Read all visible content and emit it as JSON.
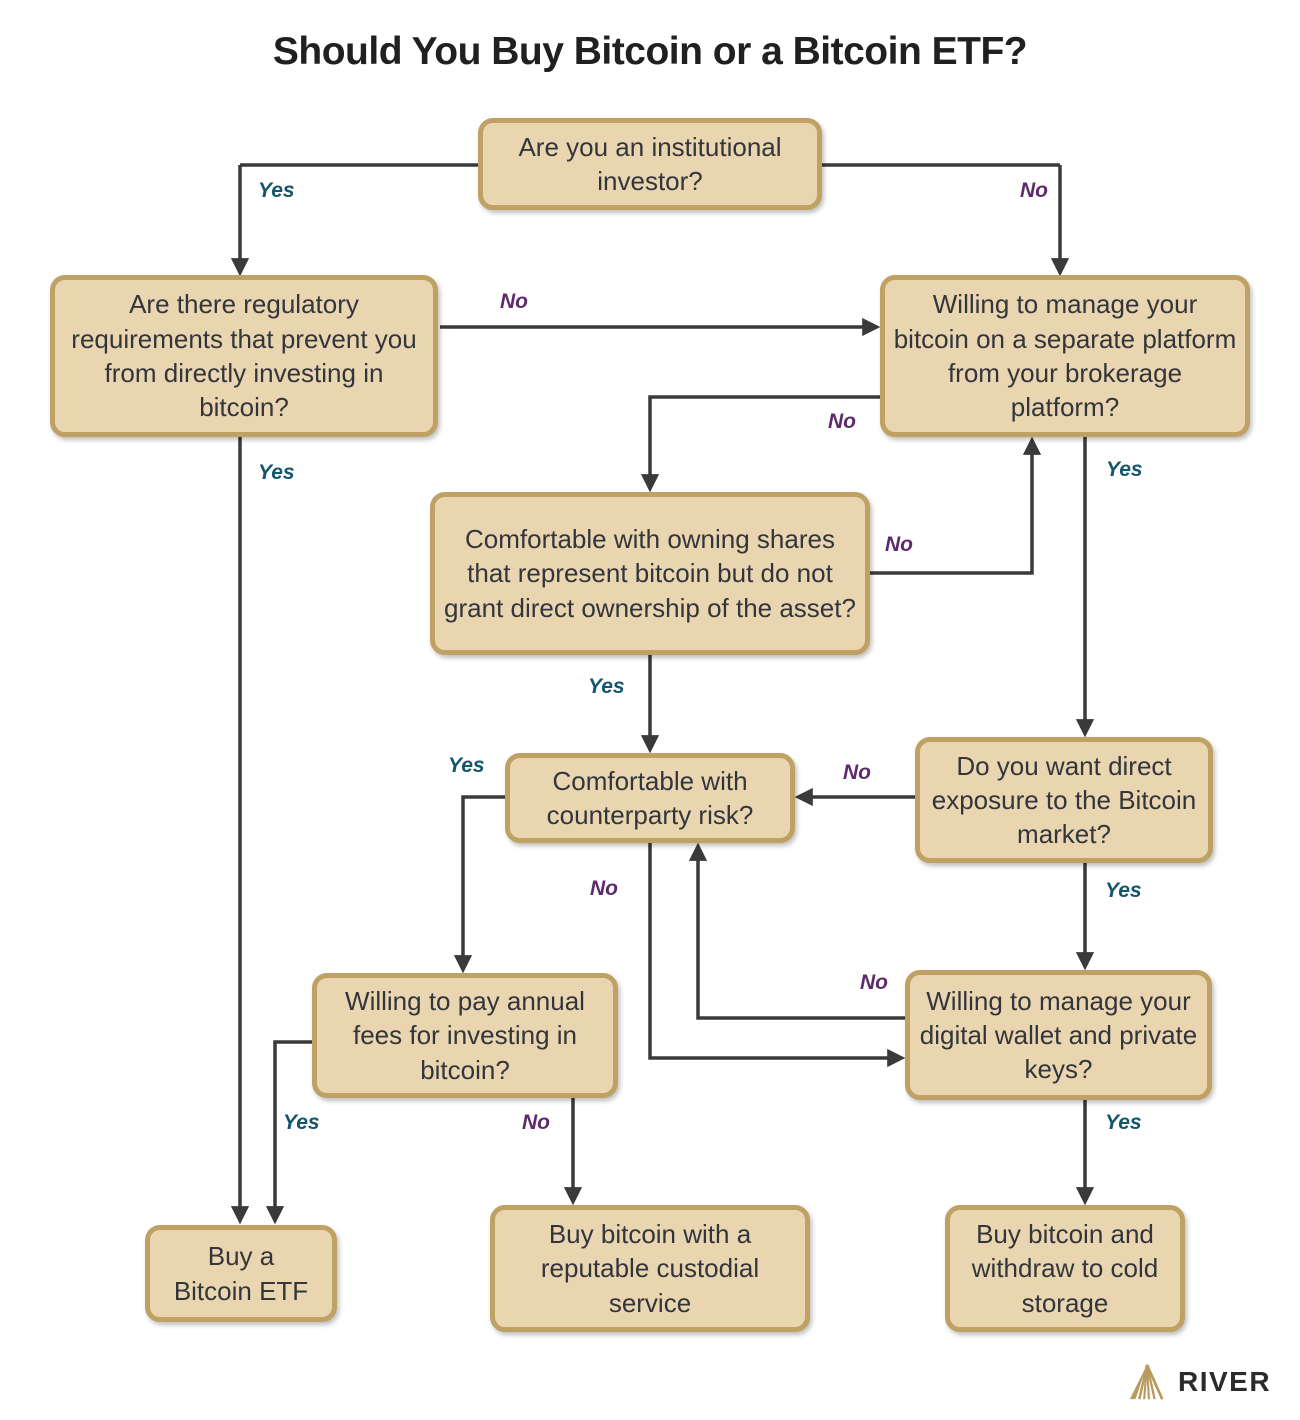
{
  "title": "Should You Buy Bitcoin or a Bitcoin ETF?",
  "colors": {
    "box_fill": "#e9d6b1",
    "box_border": "#bfa163",
    "box_text": "#33353a",
    "connector": "#3a3a3c",
    "yes_label": "#14566b",
    "no_label": "#5d2a6b",
    "logo_gold": "#b99a5e"
  },
  "nodes": {
    "institutional": {
      "text": "Are you an institutional investor?"
    },
    "regulatory": {
      "text": "Are there regulatory requirements that prevent you from directly investing in bitcoin?"
    },
    "separate_platform": {
      "text": "Willing to manage your bitcoin on a separate platform from your brokerage platform?"
    },
    "shares": {
      "text": "Comfortable with owning shares that represent bitcoin but do not grant direct ownership of the asset?"
    },
    "counterparty": {
      "text": "Comfortable with counterparty risk?"
    },
    "exposure": {
      "text": "Do you want direct exposure to the Bitcoin market?"
    },
    "annual_fees": {
      "text": "Willing to pay annual fees for investing in bitcoin?"
    },
    "wallet": {
      "text": "Willing to manage your digital wallet and private keys?"
    },
    "buy_etf": {
      "text": "Buy a\nBitcoin ETF"
    },
    "buy_custodial": {
      "text": "Buy bitcoin with a reputable custodial service"
    },
    "buy_cold": {
      "text": "Buy bitcoin and withdraw to cold storage"
    }
  },
  "edges": {
    "institutional_yes": {
      "text": "Yes"
    },
    "institutional_no": {
      "text": "No"
    },
    "regulatory_no": {
      "text": "No"
    },
    "regulatory_yes": {
      "text": "Yes"
    },
    "separate_no": {
      "text": "No"
    },
    "separate_yes": {
      "text": "Yes"
    },
    "shares_no": {
      "text": "No"
    },
    "shares_yes": {
      "text": "Yes"
    },
    "counterparty_yes": {
      "text": "Yes"
    },
    "counterparty_no": {
      "text": "No"
    },
    "exposure_no": {
      "text": "No"
    },
    "exposure_yes": {
      "text": "Yes"
    },
    "annual_fees_yes": {
      "text": "Yes"
    },
    "annual_fees_no": {
      "text": "No"
    },
    "wallet_no": {
      "text": "No"
    },
    "wallet_yes": {
      "text": "Yes"
    }
  },
  "logo": {
    "brand": "RIVER"
  }
}
